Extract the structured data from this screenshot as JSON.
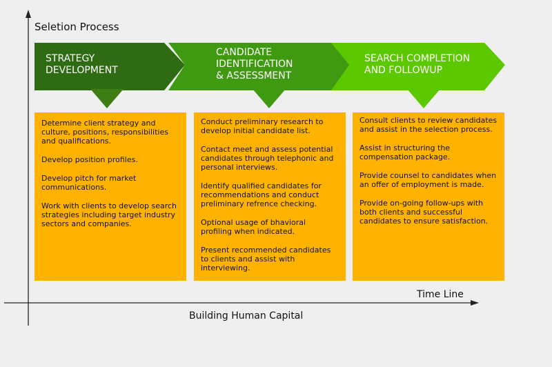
{
  "diagram": {
    "y_axis_label": "Seletion Process",
    "x_axis_label": "Time Line",
    "caption": "Building Human Capital",
    "colors": {
      "background": "#efefef",
      "stage_1": "#2e6b12",
      "stage_2": "#3f9a12",
      "stage_3": "#5cc800",
      "box": "#ffb300"
    },
    "stages": [
      {
        "title_lines": [
          "STRATEGY",
          "DEVELOPMENT"
        ],
        "items": [
          "Determine client strategy and culture, positions, responsibilities and qualifications.",
          "Develop position profiles.",
          "Develop pitch for market communications.",
          "Work with clients to develop search strategies including target industry sectors and companies."
        ]
      },
      {
        "title_lines": [
          "CANDIDATE",
          "IDENTIFICATION",
          "& ASSESSMENT"
        ],
        "items": [
          "Conduct preliminary research to develop initial candidate list.",
          "Contact meet and assess potential candidates through telephonic and personal interviews.",
          "Identify qualified candidates for recommendations and conduct preliminary refrence checking.",
          "Optional usage of bhavioral profiling when indicated.",
          "Present recommended candidates to clients and assist with interviewing."
        ]
      },
      {
        "title_lines": [
          "SEARCH COMPLETION",
          "AND FOLLOWUP"
        ],
        "items": [
          "Consult clients to review candidates and assist in the selection process.",
          "Assist in structuring the compensation package.",
          "Provide counsel to candidates when an offer of employment is made.",
          "Provide on-going follow-ups with both clients and successful candidates to ensure satisfaction."
        ]
      }
    ]
  }
}
